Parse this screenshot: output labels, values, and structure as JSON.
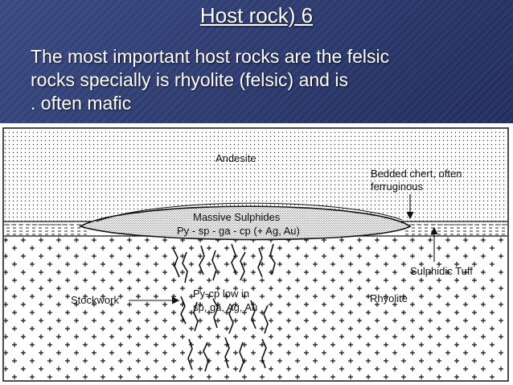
{
  "slide": {
    "title": "Host rock) 6",
    "body_lines": [
      "The most important host rocks are the felsic",
      "rocks specially is rhyolite (felsic) and is",
      ". often mafic"
    ]
  },
  "diagram": {
    "labels": {
      "andesite": "Andesite",
      "chert_line1": "Bedded chert, often",
      "chert_line2": "ferruginous",
      "massive_line1": "Massive Sulphides",
      "massive_line2": "Py - sp - ga - cp (+ Ag, Au)",
      "tuff": "Sulphidic Tuff",
      "stockwork": "Stockwork",
      "pycp_line1": "Py-cp low in",
      "pycp_line2": "sp, ga, Ag, Au",
      "rhyolite": "Rhyolite"
    }
  },
  "colors": {
    "slide_background": "#2a376a",
    "text": "#ffffff",
    "figure_background": "#ffffff",
    "ink": "#111111"
  }
}
